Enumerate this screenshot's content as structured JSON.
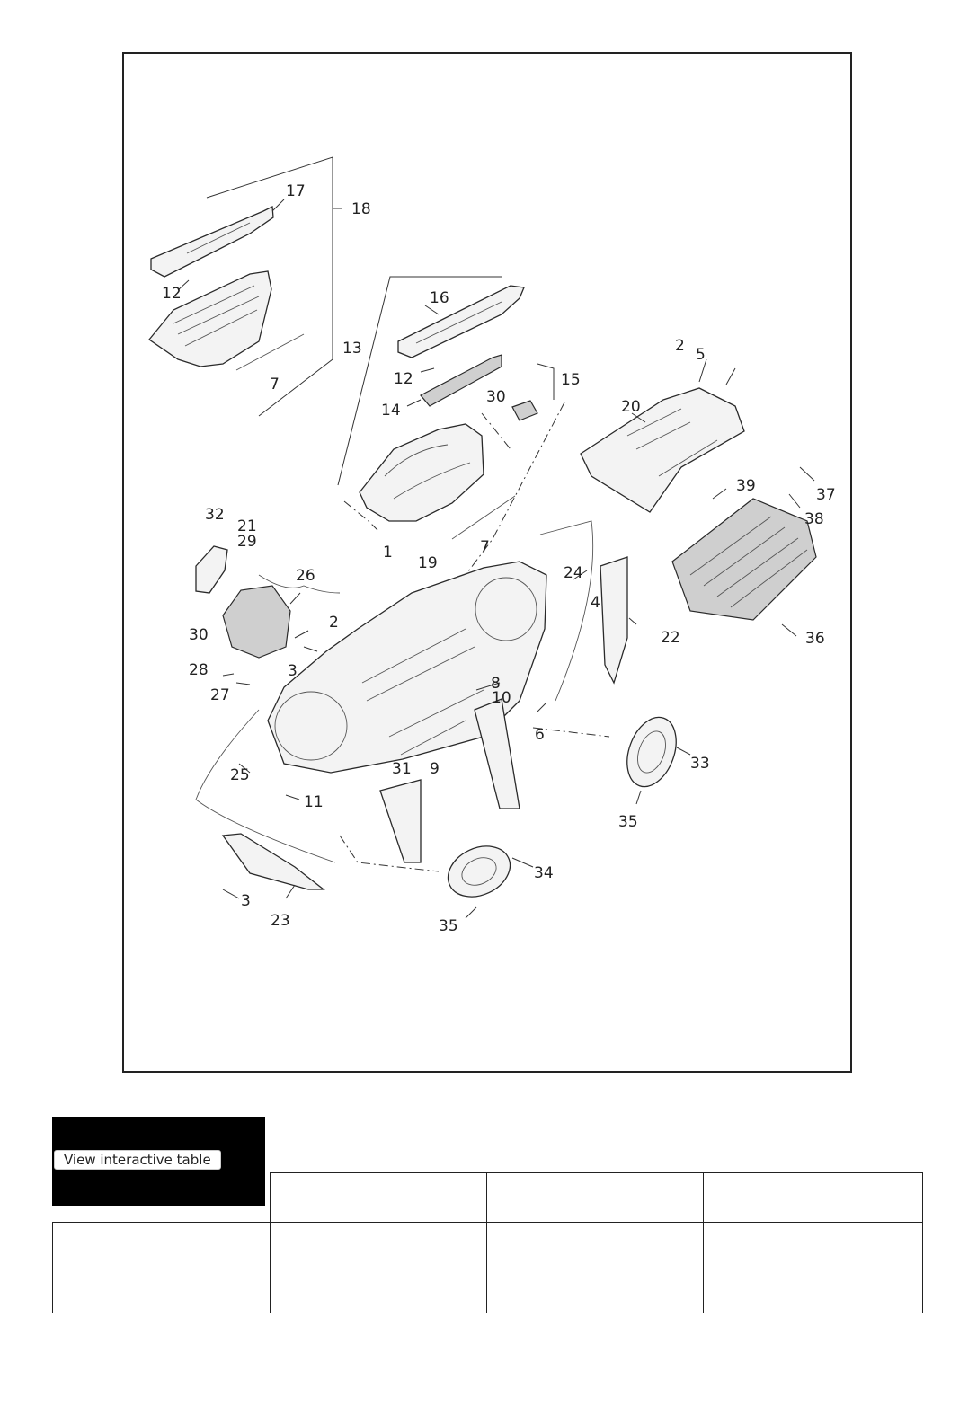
{
  "diagram": {
    "callouts": [
      {
        "id": "c17",
        "text": "17"
      },
      {
        "id": "c18",
        "text": "18"
      },
      {
        "id": "c12a",
        "text": "12"
      },
      {
        "id": "c7a",
        "text": "7"
      },
      {
        "id": "c16",
        "text": "16"
      },
      {
        "id": "c13",
        "text": "13"
      },
      {
        "id": "c12b",
        "text": "12"
      },
      {
        "id": "c15",
        "text": "15"
      },
      {
        "id": "c30a",
        "text": "30"
      },
      {
        "id": "c14",
        "text": "14"
      },
      {
        "id": "c2a",
        "text": "2"
      },
      {
        "id": "c5",
        "text": "5"
      },
      {
        "id": "c20",
        "text": "20"
      },
      {
        "id": "c39",
        "text": "39"
      },
      {
        "id": "c37",
        "text": "37"
      },
      {
        "id": "c38",
        "text": "38"
      },
      {
        "id": "c1",
        "text": "1"
      },
      {
        "id": "c7b",
        "text": "7"
      },
      {
        "id": "c32",
        "text": "32"
      },
      {
        "id": "c21",
        "text": "21"
      },
      {
        "id": "c29",
        "text": "29"
      },
      {
        "id": "c26",
        "text": "26"
      },
      {
        "id": "c19",
        "text": "19"
      },
      {
        "id": "c24",
        "text": "24"
      },
      {
        "id": "c4",
        "text": "4"
      },
      {
        "id": "c22",
        "text": "22"
      },
      {
        "id": "c36",
        "text": "36"
      },
      {
        "id": "c2b",
        "text": "2"
      },
      {
        "id": "c30b",
        "text": "30"
      },
      {
        "id": "c3a",
        "text": "3"
      },
      {
        "id": "c28",
        "text": "28"
      },
      {
        "id": "c27",
        "text": "27"
      },
      {
        "id": "c8",
        "text": "8"
      },
      {
        "id": "c10",
        "text": "10"
      },
      {
        "id": "c6",
        "text": "6"
      },
      {
        "id": "c33",
        "text": "33"
      },
      {
        "id": "c25",
        "text": "25"
      },
      {
        "id": "c31",
        "text": "31"
      },
      {
        "id": "c9",
        "text": "9"
      },
      {
        "id": "c11",
        "text": "11"
      },
      {
        "id": "c35a",
        "text": "35"
      },
      {
        "id": "c34",
        "text": "34"
      },
      {
        "id": "c3b",
        "text": "3"
      },
      {
        "id": "c23",
        "text": "23"
      },
      {
        "id": "c35b",
        "text": "35"
      }
    ]
  },
  "table": {
    "button_label": "View interactive table"
  }
}
